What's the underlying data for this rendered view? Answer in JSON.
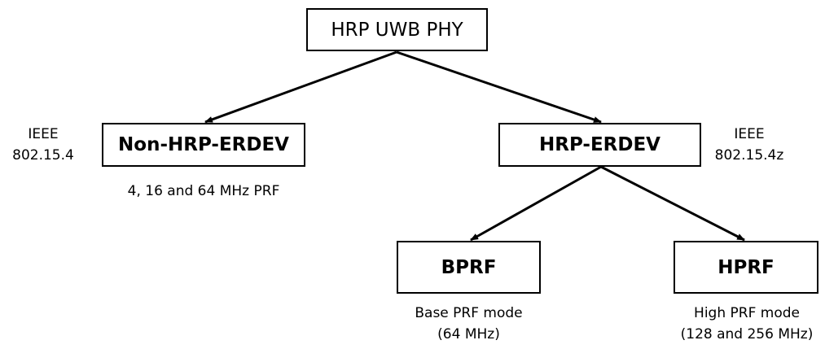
{
  "nodes": {
    "root": "HRP UWB PHY",
    "non_hrp_erdev": "Non-HRP-ERDEV",
    "hrp_erdev": "HRP-ERDEV",
    "bprf": "BPRF",
    "hprf": "HPRF"
  },
  "notes": {
    "ieee_left": [
      "IEEE",
      "802.15.4"
    ],
    "ieee_right": [
      "IEEE",
      "802.15.4z"
    ],
    "non_hrp_prf": "4, 16 and 64 MHz PRF",
    "bprf_mode": [
      "Base PRF mode",
      "(64 MHz)"
    ],
    "hprf_mode": [
      "High PRF mode",
      "(128 and 256 MHz)"
    ]
  },
  "colors": {
    "line": "#000000",
    "box_border": "#000000",
    "background": "#ffffff"
  }
}
